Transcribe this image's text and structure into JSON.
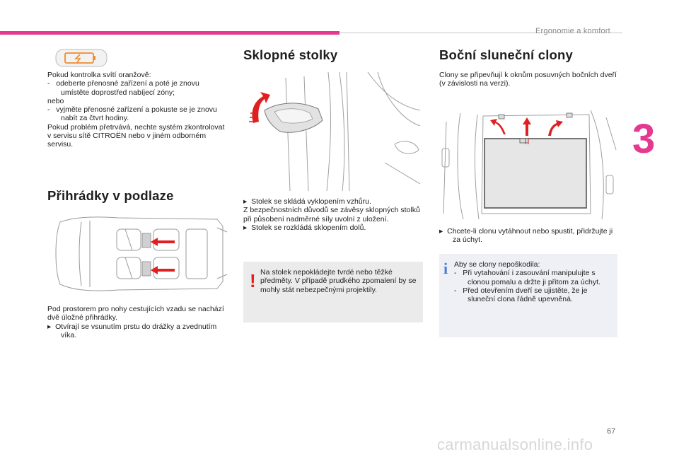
{
  "header": {
    "section_title": "Ergonomie a komfort",
    "chapter_number": "3",
    "page_number": "67",
    "watermark": "carmanualsonline.info"
  },
  "col1": {
    "warning_lamp_icon": "battery-charging-icon",
    "lamp_color": "#f08a2c",
    "p1": "Pokud kontrolka svítí oranžově:",
    "item1": "-   odeberte přenosné zařízení a poté je znovu umístěte doprostřed nabíjecí zóny;",
    "p2": "nebo",
    "item2": "-   vyjměte přenosné zařízení a pokuste se je znovu nabít za čtvrt hodiny.",
    "p3": "Pokud problém přetrvává, nechte systém zkontrolovat v servisu sítě CITROËN nebo v jiném odborném servisu.",
    "heading2": "Přihrádky v podlaze",
    "p4": "Pod prostorem pro nohy cestujících vzadu se nachází dvě úložné přihrádky.",
    "item3": "▸  Otvírají se vsunutím prstu do drážky a zvednutím víka."
  },
  "col2": {
    "heading": "Sklopné stolky",
    "item1": "▸  Stolek se skládá vyklopením vzhůru.",
    "p1": "Z bezpečnostních důvodů se závěsy sklopných stolků při působení nadměrné síly uvolní z uložení.",
    "item2": "▸  Stolek se rozkládá sklopením dolů.",
    "warning_icon": "exclamation-icon",
    "warning_mark": "!",
    "warning_text": "Na stolek nepokládejte tvrdé nebo těžké předměty. V případě prudkého zpomalení by se mohly stát nebezpečnými projektily."
  },
  "col3": {
    "heading": "Boční sluneční clony",
    "p1": "Clony se připevňují k oknům posuvných bočních dveří (v závislosti na verzi).",
    "item1": "▸  Chcete-li clonu vytáhnout nebo spustit, přidržujte ji za úchyt.",
    "info_icon": "info-icon",
    "info_mark": "i",
    "info_p": "Aby se clony nepoškodila:",
    "info_item1": "-   Při vytahování i zasouvání manipulujte s clonou pomalu a držte ji přitom za úchyt.",
    "info_item2": "-   Před otevřením dveří se ujistěte, že je sluneční clona řádně upevněná."
  },
  "colors": {
    "accent_pink": "#e5398f",
    "arrow_red": "#e02020",
    "warning_bg": "#ebebeb",
    "info_bg": "#eef0f6",
    "info_blue": "#4a7fd4"
  }
}
